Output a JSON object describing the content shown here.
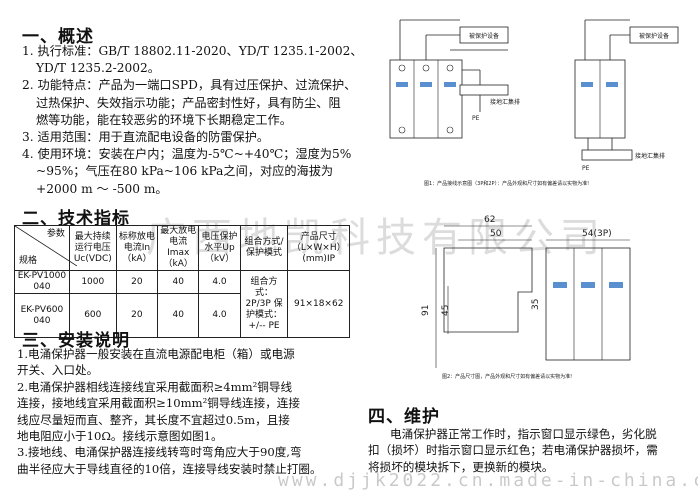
{
  "sections": {
    "overview": {
      "title": "一、概述",
      "lines": [
        "1. 执行标准：GB/T 18802.11-2020、YD/T 1235.1-2002、",
        "   YD/T 1235.2-2002。",
        "2. 功能特点：产品为一端口SPD，具有过压保护、过流保护、",
        "   过热保护、失效指示功能；产品密封性好，具有防尘、阻",
        "   燃等功能，能在较恶劣的环境下长期稳定工作。",
        "3. 适用范围：用于直流配电设备的防雷保护。",
        "4. 使用环境：安装在户内；温度为-5℃~+40℃；湿度为5%",
        "   ~95%；气压在80 kPa~106 kPa之间，对应的海拔为",
        "   +2000 m ～ -500 m。"
      ]
    },
    "specs": {
      "title": "二、技术指标",
      "header": {
        "corner_top": "参数",
        "corner_bottom": "规格",
        "cols": [
          "最大持续运行电压Uc(VDC)",
          "标称放电电流In（kA）",
          "最大放电电流Imax（kA）",
          "电压保护水平Up（kV）",
          "组合方式/保护模式",
          "产品尺寸（L×W×H）(mm)IP"
        ]
      },
      "rows": [
        {
          "model": "EK-PV1000 040",
          "uc": "1000",
          "in": "20",
          "imax": "40",
          "up": "4.0"
        },
        {
          "model": "EK-PV600 040",
          "uc": "600",
          "in": "20",
          "imax": "40",
          "up": "4.0"
        }
      ],
      "combo": "组合方式：2P/3P 保护模式：+/-- PE",
      "size": "91×18×62"
    },
    "install": {
      "title": "三、安装说明",
      "lines": [
        "1.电涌保护器一般安装在直流电源配电柜（箱）或电源",
        "开关、入口处。",
        "2.电涌保护器相线连接线宜采用截面积≥4mm²铜导线",
        "连接，接地线宜采用截面积≥10mm²铜导线连接，连接",
        "线应尽量短而直、整齐，其长度不宜超过0.5m，且接",
        "地电阻应小于10Ω。接线示意图如图1。",
        "3.接地线、电涌保护器连接线转弯时弯角应大于90度,弯",
        "曲半径应大于导线直径的10倍，连接导线安装时禁止打圈。"
      ]
    },
    "maintenance": {
      "title": "四、维护",
      "lines": [
        "电涌保护器正常工作时，指示窗口显示绿色，劣化脱",
        "扣（损坏）时指示窗口显示红色；若电涌保护器损坏，需",
        "将损坏的模块拆下，更换新的模块。"
      ]
    }
  },
  "diagram": {
    "device_label_left": "被保护设备",
    "device_label_right": "被保护设备",
    "ground_bar_left": "接地汇集排",
    "ground_bar_right": "接地汇集排",
    "pe": "PE",
    "fig1_caption": "图1：产品接线示意图（3P和2P）：产品外观和尺寸如有偏差请以实物为准!",
    "fig2_caption": "图2：产品尺寸图，产品外观和尺寸如有偏差请以实物为准!",
    "dims": {
      "d62": "62",
      "d50": "50",
      "d54": "54(3P)",
      "d91": "91",
      "d45": "45",
      "d35": "35"
    }
  },
  "watermark": {
    "company": "广西地凯科技有限公司",
    "url": "www.djjk2022.cn.made-in-china.com"
  }
}
